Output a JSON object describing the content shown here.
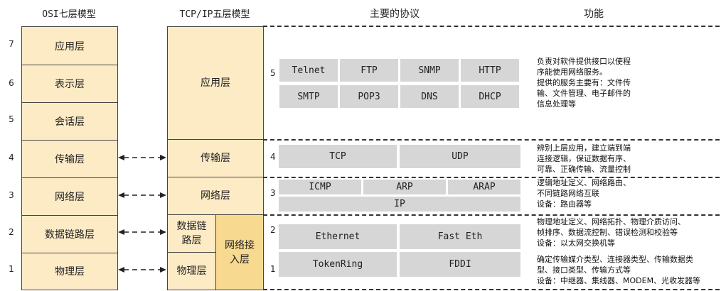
{
  "headers": {
    "osi": "OSI七层模型",
    "tcpip": "TCP/IP五层模型",
    "protocols": "主要的协议",
    "function": "功能"
  },
  "osi_layers": [
    {
      "num": "7",
      "name": "应用层"
    },
    {
      "num": "6",
      "name": "表示层"
    },
    {
      "num": "5",
      "name": "会话层"
    },
    {
      "num": "4",
      "name": "传输层"
    },
    {
      "num": "3",
      "name": "网络层"
    },
    {
      "num": "2",
      "name": "数据链路层"
    },
    {
      "num": "1",
      "name": "物理层"
    }
  ],
  "tcpip_layers": {
    "application": "应用层",
    "transport": "传输层",
    "network": "网络层",
    "datalink": "数据链\n路层",
    "physical": "物理层",
    "network_access": "网络接\n入层"
  },
  "protocol_groups": {
    "application": {
      "num": "5",
      "protocols": [
        "Telnet",
        "FTP",
        "SNMP",
        "HTTP",
        "SMTP",
        "POP3",
        "DNS",
        "DHCP"
      ]
    },
    "transport": {
      "num": "4",
      "protocols": [
        "TCP",
        "UDP"
      ]
    },
    "network": {
      "num": "3",
      "protocols": [
        "ICMP",
        "ARP",
        "ARAP",
        "IP"
      ]
    },
    "datalink": {
      "num": "2",
      "protocols": [
        "Ethernet",
        "Fast Eth"
      ]
    },
    "physical": {
      "num": "1",
      "protocols": [
        "TokenRing",
        "FDDI"
      ]
    }
  },
  "functions": {
    "application": "负责对软件提供接口以使程\n序能使用网络服务。\n提供的服务主要有：文件传\n输、文件管理、电子邮件的\n信息处理等",
    "transport": "辨别上层应用，建立端到端\n连接逻辑，保证数据有序、\n可靠、正确传输、流量控制",
    "network": "逻辑地址定义、网络路由、\n不同链路网络互联\n设备：路由器等",
    "datalink": "物理地址定义、网络拓扑、物理介质访问、\n帧排序、数据流控制、错误检测和校验等\n设备：以太网交换机等",
    "physical": "确定传输媒介类型、连接器类型、传输数据类\n型、接口类型、传输方式等\n设备：中继器、集线器、MODEM、光收发器等"
  }
}
